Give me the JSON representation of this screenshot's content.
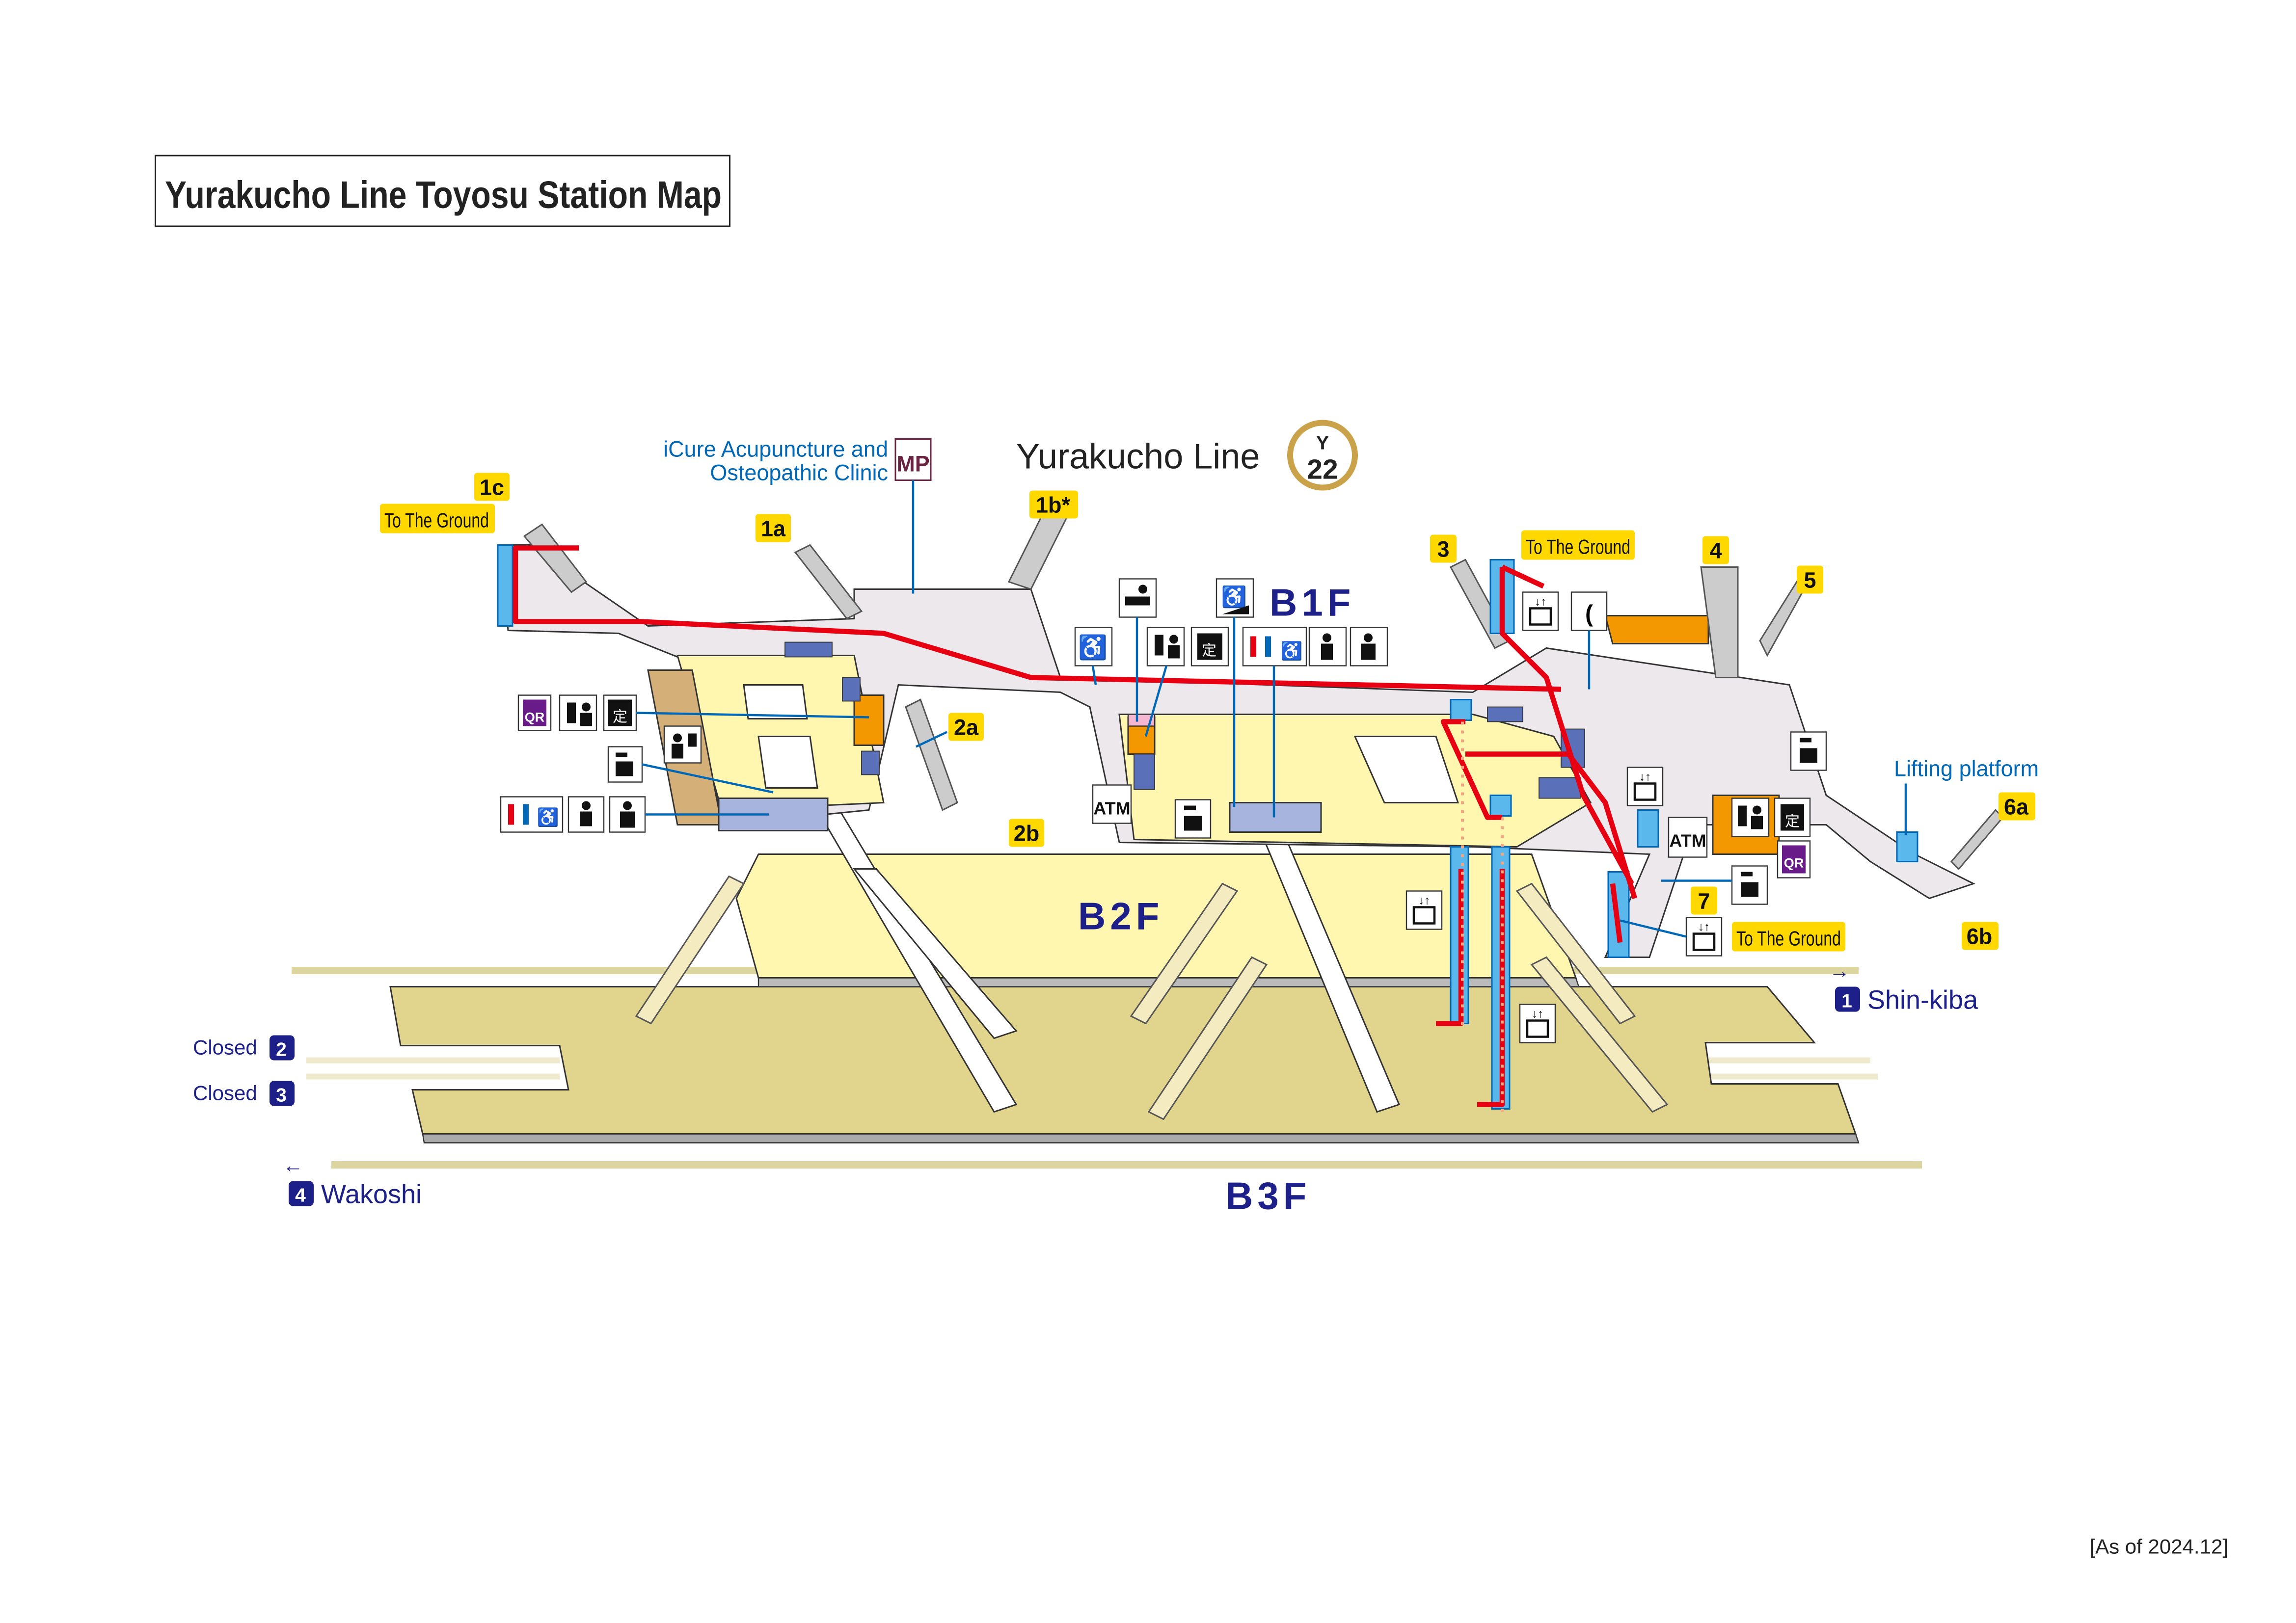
{
  "title": "Yurakucho Line Toyosu Station Map",
  "line": {
    "name": "Yurakucho Line",
    "letter": "Y",
    "number": "22",
    "badge_color": "#c9a24a"
  },
  "floors": {
    "b1": "B1F",
    "b2": "B2F",
    "b3": "B3F"
  },
  "exits": {
    "e1c": "1c",
    "e1a": "1a",
    "e1b": "1b*",
    "e2a": "2a",
    "e2b": "2b",
    "e3": "3",
    "e4": "4",
    "e5": "5",
    "e6a": "6a",
    "e6b": "6b",
    "e7": "7"
  },
  "to_ground": [
    "To The Ground",
    "To The Ground",
    "To The Ground"
  ],
  "clinic": {
    "line1": "iCure Acupuncture and",
    "line2": "Osteopathic Clinic",
    "badge": "MP"
  },
  "lifting_platform": "Lifting platform",
  "directions": {
    "shin_kiba": {
      "num": "1",
      "label": "Shin-kiba"
    },
    "wakoshi": {
      "num": "4",
      "label": "Wakoshi"
    },
    "closed2": {
      "label": "Closed",
      "num": "2"
    },
    "closed3": {
      "label": "Closed",
      "num": "3"
    }
  },
  "icons": {
    "atm": "ATM",
    "qr": "QR",
    "fare": "定"
  },
  "as_of": "[As of 2024.12]",
  "colors": {
    "route": "#e60012",
    "exit": "#ffd800",
    "navy": "#1d2088",
    "lead": "#0068b7",
    "concourse": "#ece8ec",
    "b2": "#fff6b0",
    "b3": "#e1d48d"
  }
}
